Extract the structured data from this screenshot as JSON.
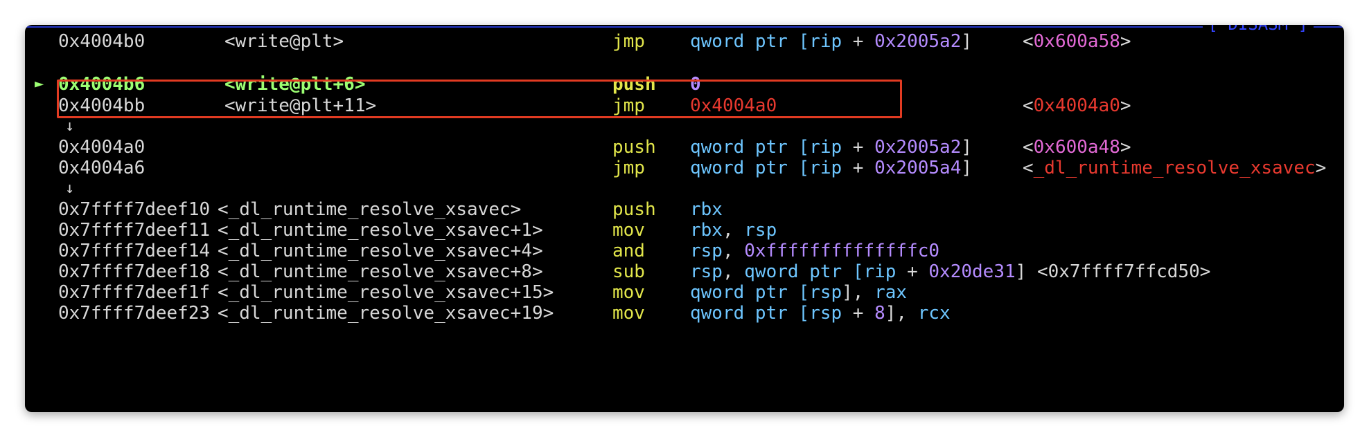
{
  "panel": {
    "label": "[ DISASM ]"
  },
  "rows": [
    {
      "addr": "0x4004b0",
      "sym": "<write@plt>",
      "mn": "jmp",
      "ops": [
        "qword ptr [",
        "rip",
        " + ",
        "0x2005a2",
        "]"
      ],
      "cmt": [
        "<",
        "0x600a58",
        ">"
      ]
    },
    {
      "addr": "0x4004b6",
      "sym": "<write@plt+6>",
      "mn": "push",
      "ops": [
        "0"
      ],
      "arrow": "►",
      "current": true
    },
    {
      "addr": "0x4004bb",
      "sym": "<write@plt+11>",
      "mn": "jmp",
      "ops": [
        "0x4004a0"
      ],
      "cmt": [
        "<",
        "0x4004a0",
        ">"
      ]
    },
    {
      "down": "↓"
    },
    {
      "addr": "0x4004a0",
      "sym": "",
      "mn": "push",
      "ops": [
        "qword ptr [",
        "rip",
        " + ",
        "0x2005a2",
        "]"
      ],
      "cmt": [
        "<",
        "0x600a48",
        ">"
      ]
    },
    {
      "addr": "0x4004a6",
      "sym": "",
      "mn": "jmp",
      "ops": [
        "qword ptr [",
        "rip",
        " + ",
        "0x2005a4",
        "]"
      ],
      "cmt": [
        "<",
        "_dl_runtime_resolve_xsavec",
        ">"
      ]
    },
    {
      "down": "↓"
    },
    {
      "addr": "0x7ffff7deef10",
      "sym": "<_dl_runtime_resolve_xsavec>",
      "mn": "push",
      "ops": [
        "rbx"
      ]
    },
    {
      "addr": "0x7ffff7deef11",
      "sym": "<_dl_runtime_resolve_xsavec+1>",
      "mn": "mov",
      "ops": [
        "rbx",
        ", ",
        "rsp"
      ]
    },
    {
      "addr": "0x7ffff7deef14",
      "sym": "<_dl_runtime_resolve_xsavec+4>",
      "mn": "and",
      "ops": [
        "rsp",
        ", ",
        "0xffffffffffffffc0"
      ]
    },
    {
      "addr": "0x7ffff7deef18",
      "sym": "<_dl_runtime_resolve_xsavec+8>",
      "mn": "sub",
      "ops": [
        "rsp",
        ", ",
        "qword ptr [",
        "rip",
        " + ",
        "0x20de31",
        "]",
        " <0x7ffff7ffcd50>"
      ]
    },
    {
      "addr": "0x7ffff7deef1f",
      "sym": "<_dl_runtime_resolve_xsavec+15>",
      "mn": "mov",
      "ops": [
        "qword ptr [",
        "rsp",
        "], ",
        "rax"
      ]
    },
    {
      "addr": "0x7ffff7deef23",
      "sym": "<_dl_runtime_resolve_xsavec+19>",
      "mn": "mov",
      "ops": [
        "qword ptr [",
        "rsp",
        " + ",
        "8",
        "], ",
        "rcx"
      ]
    }
  ],
  "colors": {
    "background": "#000000",
    "mnemonic": "#e2e64b",
    "current": "#9cff73",
    "register": "#6ec6ff",
    "number": "#b58cff",
    "symbol_address": "#e36ad6",
    "code_address": "#e8392f",
    "highlight_box": "#e23b22",
    "panel_label": "#3344ff"
  }
}
